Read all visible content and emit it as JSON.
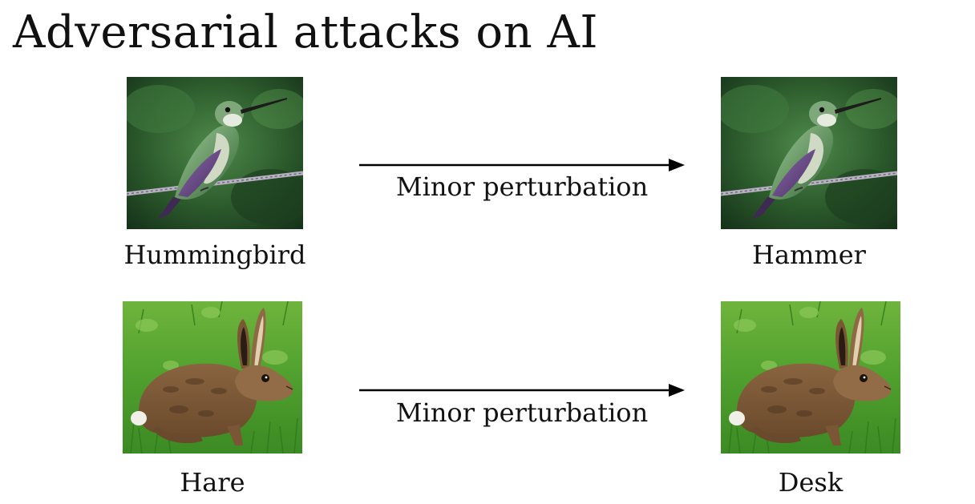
{
  "slide": {
    "title": "Adversarial attacks on AI"
  },
  "rows": [
    {
      "original_label": "Hummingbird",
      "perturbation_label": "Minor perturbation",
      "adversarial_label": "Hammer",
      "image_icon": "hummingbird-photo"
    },
    {
      "original_label": "Hare",
      "perturbation_label": "Minor perturbation",
      "adversarial_label": "Desk",
      "image_icon": "hare-photo"
    }
  ],
  "colors": {
    "text": "#111111",
    "background": "#ffffff",
    "arrow": "#000000"
  }
}
